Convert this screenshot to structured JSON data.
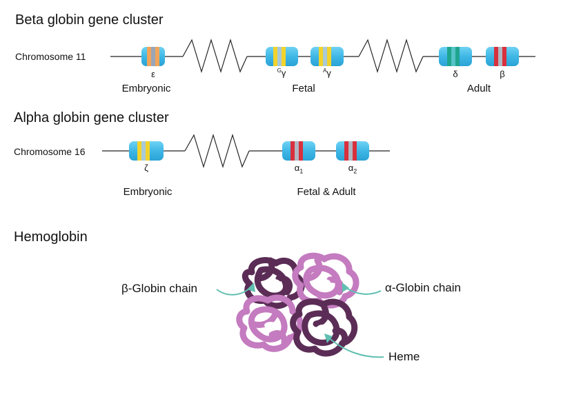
{
  "beta_cluster": {
    "title": "Beta globin gene cluster",
    "chromosome": "Chromosome 11",
    "genes": [
      {
        "symbol": "ε",
        "sup": ""
      },
      {
        "symbol": "γ",
        "sup": "G"
      },
      {
        "symbol": "γ",
        "sup": "A"
      },
      {
        "symbol": "δ",
        "sup": ""
      },
      {
        "symbol": "β",
        "sup": ""
      }
    ],
    "groups": [
      "Embryonic",
      "Fetal",
      "Adult"
    ]
  },
  "alpha_cluster": {
    "title": "Alpha globin gene cluster",
    "chromosome": "Chromosome 16",
    "genes": [
      {
        "symbol": "ζ",
        "sub": ""
      },
      {
        "symbol": "α",
        "sub": "1"
      },
      {
        "symbol": "α",
        "sub": "2"
      }
    ],
    "groups": [
      "Embryonic",
      "Fetal & Adult"
    ]
  },
  "hemoglobin": {
    "title": "Hemoglobin",
    "beta_label": "β-Globin chain",
    "alpha_label": "α-Globin chain",
    "heme_label": "Heme"
  },
  "colors": {
    "gene_body": "#3fb7e6",
    "embryonic_band_orange": "#f1a55a",
    "fetal_band_yellow": "#f2d32c",
    "adult_band_teal": "#1fa58f",
    "alpha_band_red": "#d8303c",
    "dark_chain": "#5b2d56",
    "light_chain": "#c47bbf",
    "arrow": "#5fbfb0"
  }
}
